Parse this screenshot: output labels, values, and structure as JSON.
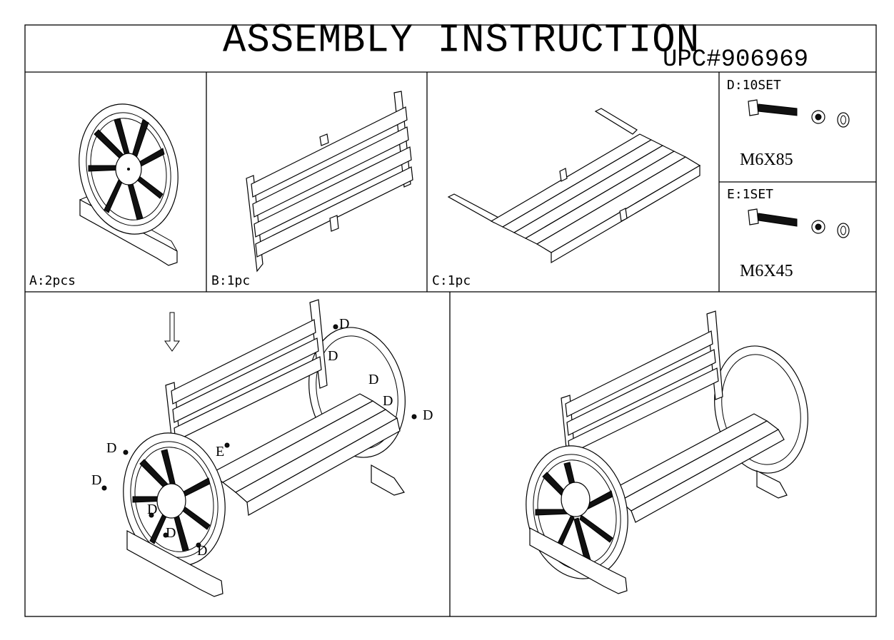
{
  "header": {
    "title": "ASSEMBLY INSTRUCTION",
    "upc": "UPC#906969"
  },
  "parts": [
    {
      "id": "A",
      "label": "A:2pcs"
    },
    {
      "id": "B",
      "label": "B:1pc"
    },
    {
      "id": "C",
      "label": "C:1pc"
    }
  ],
  "hardware": [
    {
      "id": "D",
      "label": "D:10SET",
      "size": "M6X85"
    },
    {
      "id": "E",
      "label": "E:1SET",
      "size": "M6X45"
    }
  ],
  "callouts": {
    "d": "D",
    "e": "E"
  }
}
